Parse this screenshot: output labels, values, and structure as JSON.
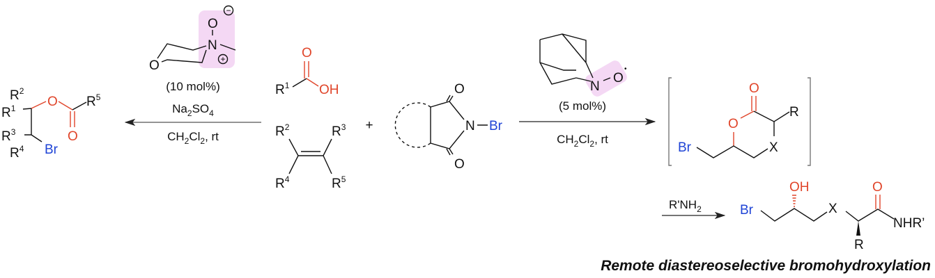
{
  "colors": {
    "oxygen": "#e0452a",
    "bromine": "#1f44d6",
    "highlight": "#f4d8f4"
  },
  "left_reaction": {
    "catalyst_loading": "(10 mol%)",
    "additive": {
      "main": "Na",
      "sub1": "2",
      "mid": "SO",
      "sub2": "4"
    },
    "solvent": {
      "a": "CH",
      "s1": "2",
      "b": "Cl",
      "s2": "2",
      "c": ", rt"
    },
    "catalyst_atoms": {
      "o": "O",
      "n": "N",
      "o_ring": "O",
      "minus": "−",
      "plus": "+"
    }
  },
  "left_product": {
    "r1": "R",
    "r1_sup": "1",
    "r2": "R",
    "r2_sup": "2",
    "r3": "R",
    "r3_sup": "3",
    "r4": "R",
    "r4_sup": "4",
    "r5": "R",
    "r5_sup": "5",
    "o_ester": "O",
    "o_carbonyl": "O",
    "br": "Br"
  },
  "acid": {
    "o": "O",
    "oh": "OH",
    "r": "R",
    "r_sup": "1"
  },
  "alkene": {
    "r2": "R",
    "r2_sup": "2",
    "r3": "R",
    "r3_sup": "3",
    "r4": "R",
    "r4_sup": "4",
    "r5": "R",
    "r5_sup": "5"
  },
  "plus": "+",
  "nbs": {
    "o_top": "O",
    "o_bottom": "O",
    "n": "N",
    "br": "Br"
  },
  "right_reaction": {
    "catalyst_loading": "(5 mol%)",
    "solvent": {
      "a": "CH",
      "s1": "2",
      "b": "Cl",
      "s2": "2",
      "c": ", rt"
    },
    "catalyst_atoms": {
      "n": "N",
      "o": "O",
      "radical": "•"
    }
  },
  "lactone": {
    "o_carbonyl": "O",
    "o_ring": "O",
    "r": "R",
    "x": "X",
    "br": "Br"
  },
  "aminolysis": {
    "reagent": {
      "a": "R'NH",
      "s": "2"
    }
  },
  "final_product": {
    "br": "Br",
    "oh": "OH",
    "x": "X",
    "o": "O",
    "nhr": "NHR’",
    "r": "R"
  },
  "caption": "Remote diastereoselective bromohydroxylation"
}
